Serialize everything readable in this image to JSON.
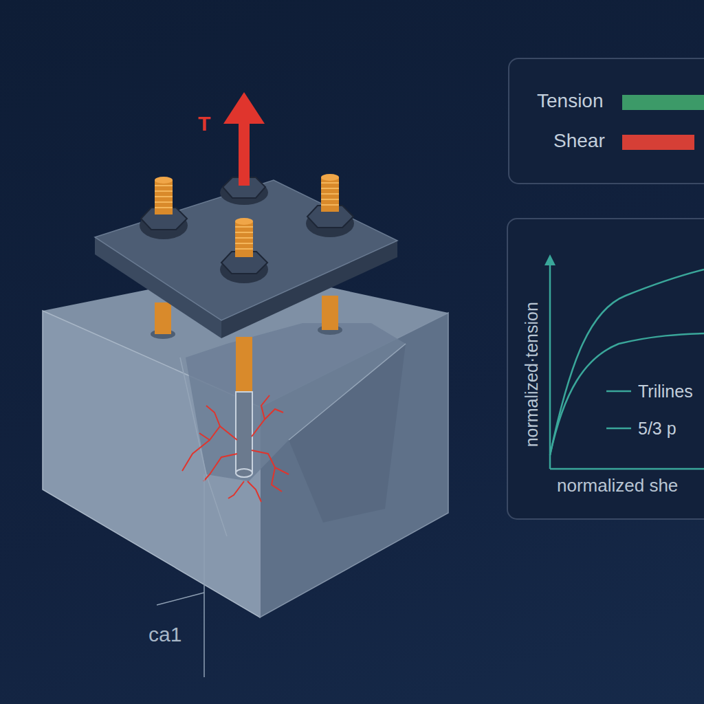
{
  "diagram": {
    "labels": [
      "T",
      "normalized·tension",
      "normalized she",
      "ca1"
    ],
    "legend": [
      {
        "text": "Tension",
        "color": "#3c9a68"
      },
      {
        "text": "Shear",
        "color": "#d63f36"
      },
      {
        "text": "Trilines"
      },
      {
        "text": "5/3 p"
      }
    ]
  }
}
